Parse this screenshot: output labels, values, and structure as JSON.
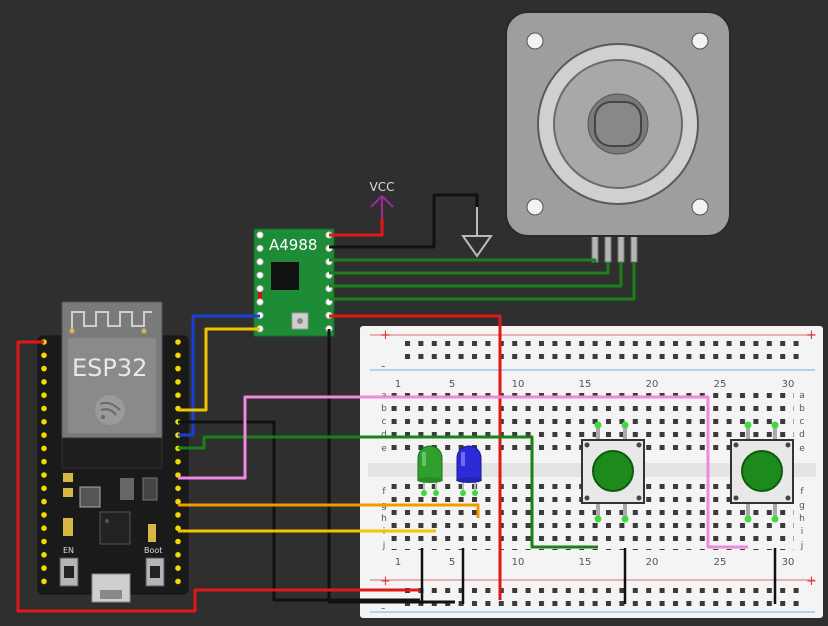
{
  "canvas": {
    "background": "#2f2f2f"
  },
  "esp32": {
    "title": "ESP32",
    "en_label": "EN",
    "boot_label": "Boot",
    "board_color": "#1a1a1a",
    "module_color": "#7a7a7a"
  },
  "driver": {
    "title": "A4988",
    "board_color": "#1e8c37"
  },
  "power": {
    "vcc_label": "VCC"
  },
  "breadboard": {
    "column_labels": [
      "1",
      "5",
      "10",
      "15",
      "20",
      "25",
      "30"
    ],
    "row_labels_top": [
      "a",
      "b",
      "c",
      "d",
      "e"
    ],
    "row_labels_bottom": [
      "f",
      "g",
      "h",
      "i",
      "j"
    ],
    "rail_plus": "+",
    "rail_minus": "-"
  },
  "leds": [
    {
      "name": "green-led",
      "color": "#2ea02e"
    },
    {
      "name": "blue-led",
      "color": "#2b2bd9"
    }
  ],
  "wire_colors": {
    "power": "#e01818",
    "ground": "#111111",
    "step": "#1b7f1b",
    "dir": "#1a3fd6",
    "yellow": "#f2c400",
    "orange": "#f29a00",
    "pink": "#ee88e0",
    "vcc_symbol": "#9b2aa0"
  }
}
